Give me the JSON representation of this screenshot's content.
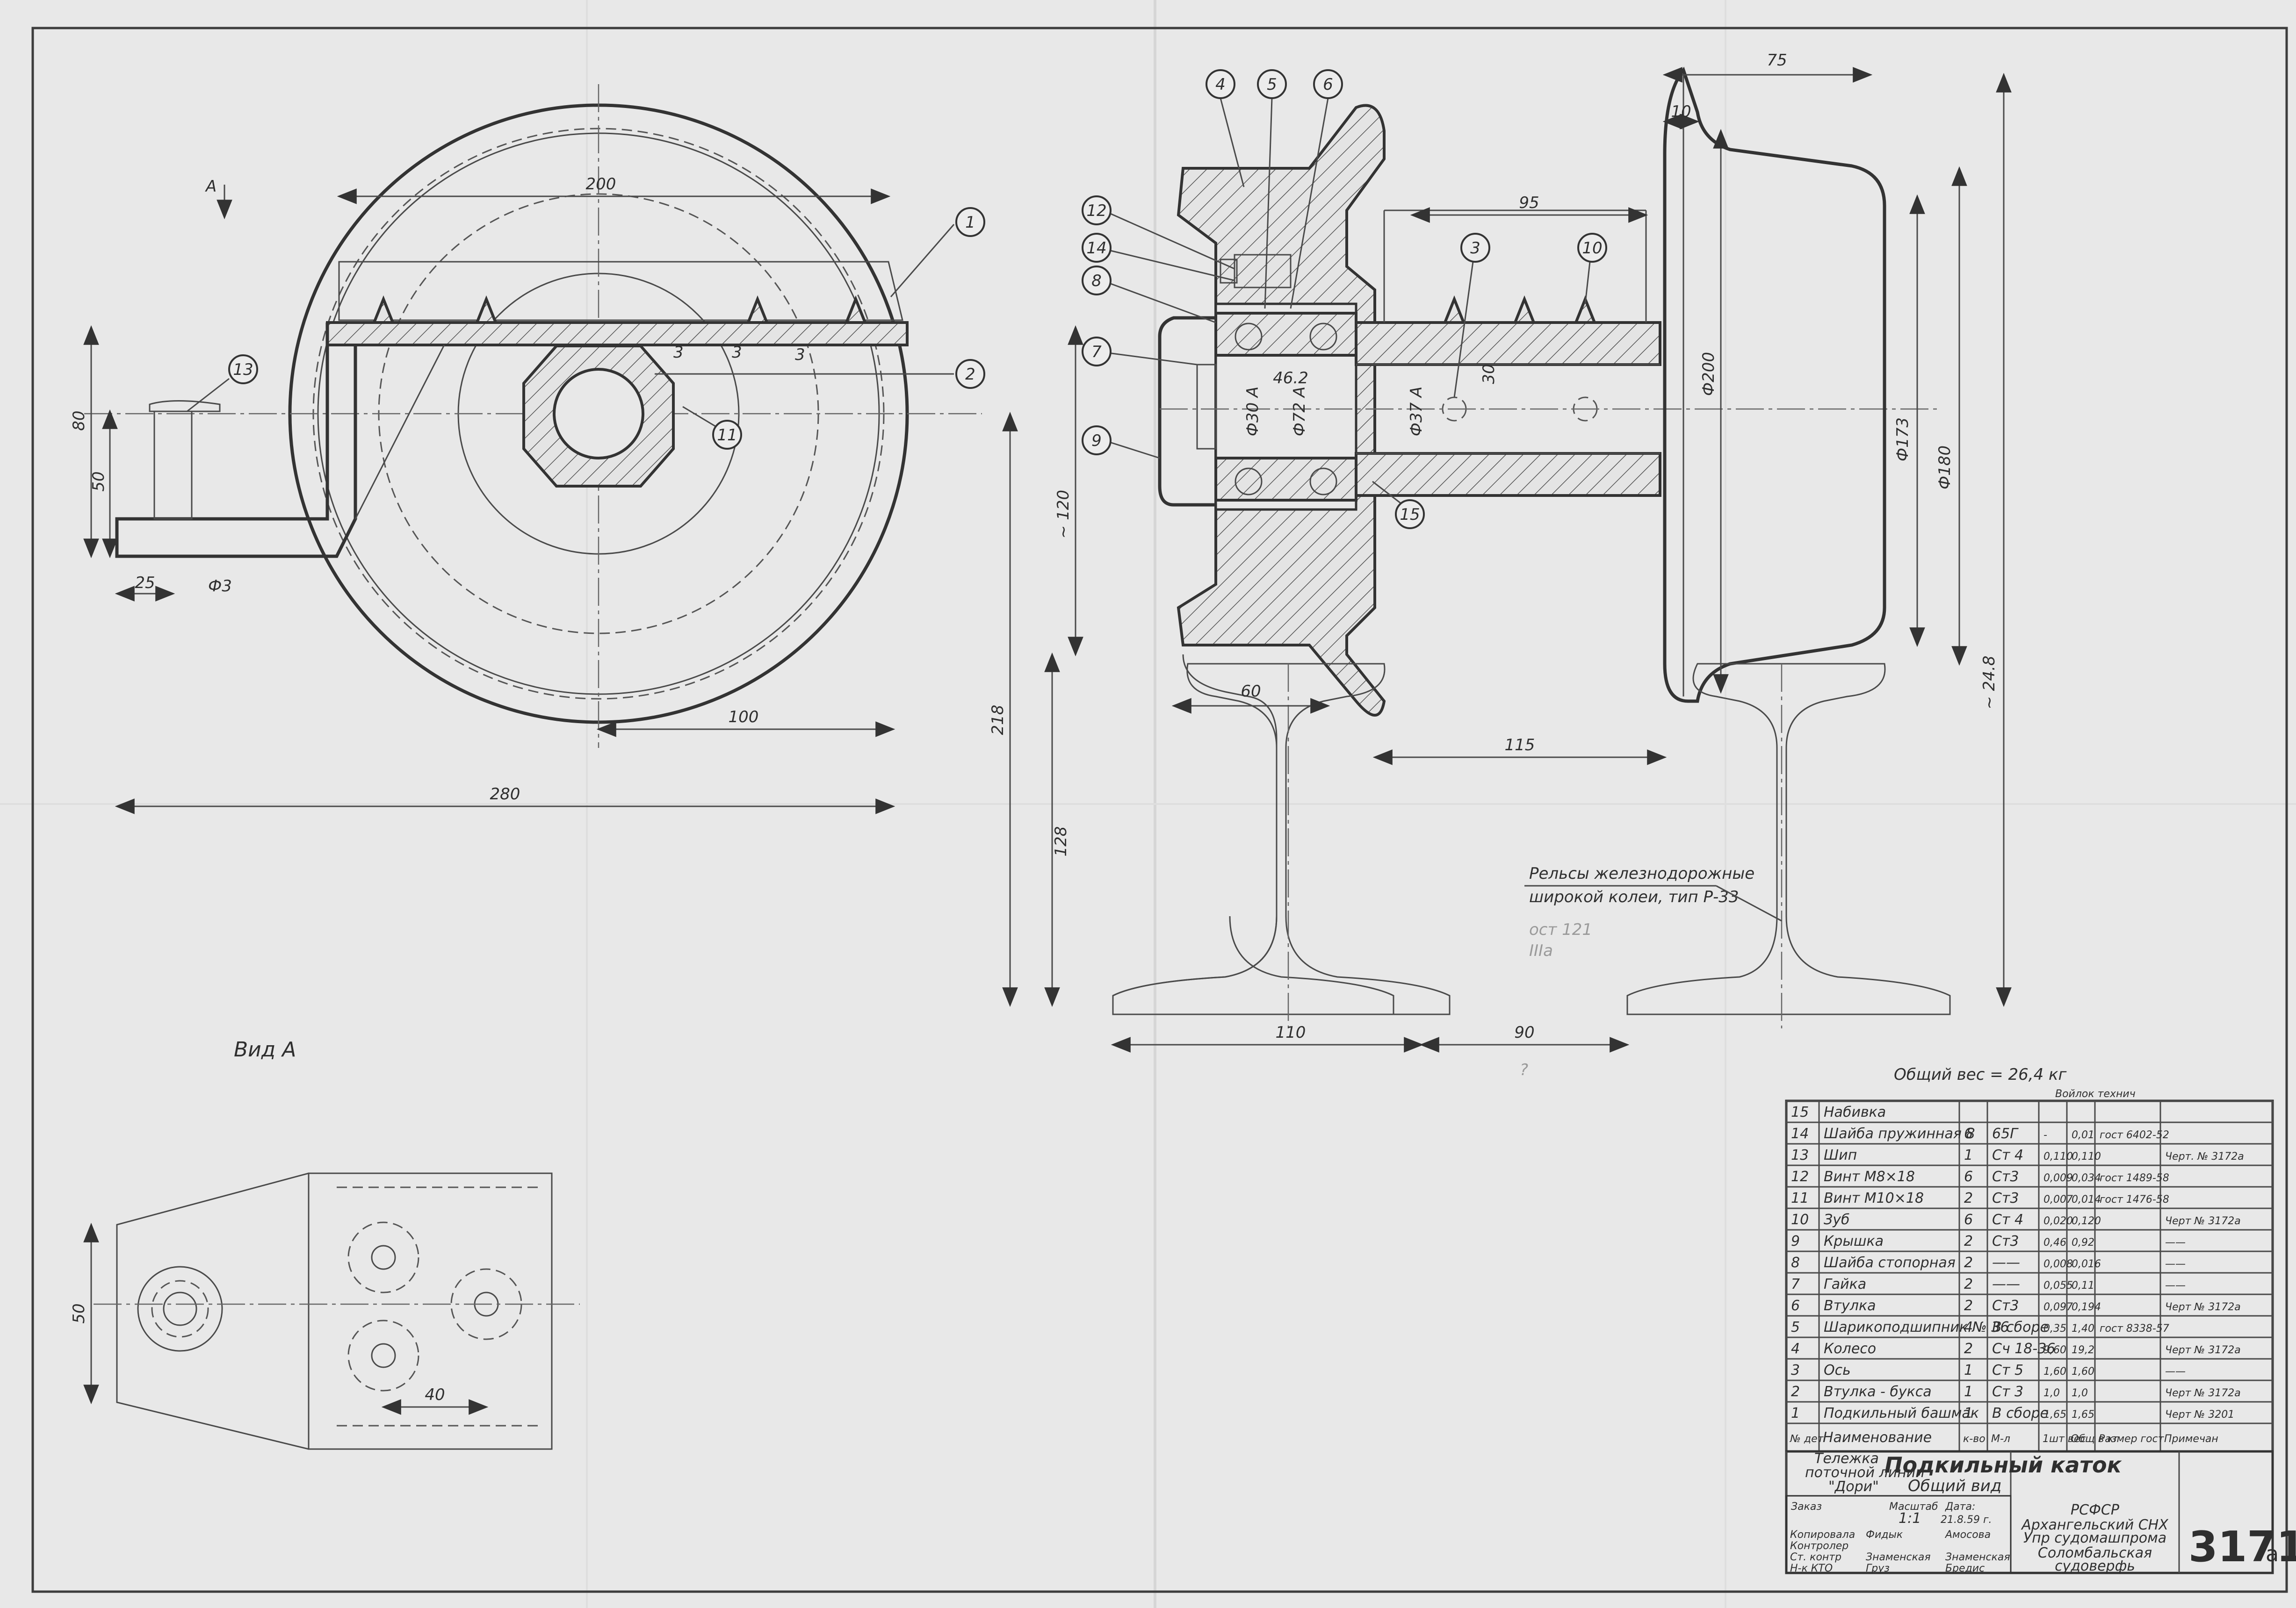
{
  "drawing": {
    "number": "3171",
    "number_suffix": "а",
    "title": "Подкильный каток",
    "subtitle": "Общий вид",
    "assembly": [
      "Тележка",
      "поточной линии",
      "\"Дори\""
    ],
    "total_weight": "Общий вес = 26,4 кг",
    "view_label": "Вид А",
    "view_arrow": "А",
    "rail_note": [
      "Рельсы железнодорожные",
      "широкой колеи, тип Р-33"
    ],
    "stamp_note": [
      "ост 121",
      "IIIа"
    ],
    "question_mark": "?"
  },
  "title_block": {
    "org": [
      "РСФСР",
      "Архангельский СНХ",
      "Упр судомашпрома",
      "Соломбальская",
      "судоверфь"
    ],
    "order_label": "Заказ",
    "scale_label": "Масштаб",
    "scale_value": "1:1",
    "date_label": "Дата:",
    "date_value": "21.8.59 г.",
    "roles": [
      {
        "role": "Копировала",
        "sign": "Фидык",
        "name": "Амосова"
      },
      {
        "role": "Контролер",
        "sign": "",
        "name": ""
      },
      {
        "role": "Ст. контр",
        "sign": "Знаменская",
        "name": "Знаменская"
      },
      {
        "role": "Н-к КТО",
        "sign": "Груз",
        "name": "Бредис"
      }
    ]
  },
  "parts_header": {
    "num": "№ дет",
    "name": "Наименование",
    "qty": "к-во",
    "mat": "М-л",
    "w1": "1шт вес",
    "w2": "Общ в кг",
    "std": "Размер гост",
    "note": "Примечан",
    "tech": "Войлок технич"
  },
  "parts": [
    {
      "n": "15",
      "name": "Набивка",
      "qty": "",
      "mat": "",
      "w1": "",
      "w2": "",
      "std": "",
      "note": ""
    },
    {
      "n": "14",
      "name": "Шайба пружинная 8",
      "qty": "6",
      "mat": "65Г",
      "w1": "-",
      "w2": "0,01",
      "std": "гост 6402-52",
      "note": ""
    },
    {
      "n": "13",
      "name": "Шип",
      "qty": "1",
      "mat": "Ст 4",
      "w1": "0,110",
      "w2": "0,110",
      "std": "",
      "note": "Черт. № 3172а"
    },
    {
      "n": "12",
      "name": "Винт М8×18",
      "qty": "6",
      "mat": "Ст3",
      "w1": "0,009",
      "w2": "0,034",
      "std": "гост 1489-58",
      "note": ""
    },
    {
      "n": "11",
      "name": "Винт М10×18",
      "qty": "2",
      "mat": "Ст3",
      "w1": "0,007",
      "w2": "0,014",
      "std": "гост 1476-58",
      "note": ""
    },
    {
      "n": "10",
      "name": "Зуб",
      "qty": "6",
      "mat": "Ст 4",
      "w1": "0,020",
      "w2": "0,120",
      "std": "",
      "note": "Черт № 3172а"
    },
    {
      "n": "9",
      "name": "Крышка",
      "qty": "2",
      "mat": "Ст3",
      "w1": "0,46",
      "w2": "0,92",
      "std": "",
      "note": "——"
    },
    {
      "n": "8",
      "name": "Шайба стопорная",
      "qty": "2",
      "mat": "——",
      "w1": "0,008",
      "w2": "0,016",
      "std": "",
      "note": "——"
    },
    {
      "n": "7",
      "name": "Гайка",
      "qty": "2",
      "mat": "——",
      "w1": "0,055",
      "w2": "0,11",
      "std": "",
      "note": "——"
    },
    {
      "n": "6",
      "name": "Втулка",
      "qty": "2",
      "mat": "Ст3",
      "w1": "0,097",
      "w2": "0,194",
      "std": "",
      "note": "Черт № 3172а"
    },
    {
      "n": "5",
      "name": "Шарикоподшипник № 36",
      "qty": "4",
      "mat": "В сборе",
      "w1": "0,35",
      "w2": "1,40",
      "std": "гост 8338-57",
      "note": ""
    },
    {
      "n": "4",
      "name": "Колесо",
      "qty": "2",
      "mat": "Сч 18-36",
      "w1": "9,60",
      "w2": "19,2",
      "std": "",
      "note": "Черт № 3172а"
    },
    {
      "n": "3",
      "name": "Ось",
      "qty": "1",
      "mat": "Ст 5",
      "w1": "1,60",
      "w2": "1,60",
      "std": "",
      "note": "——"
    },
    {
      "n": "2",
      "name": "Втулка - букса",
      "qty": "1",
      "mat": "Ст 3",
      "w1": "1,0",
      "w2": "1,0",
      "std": "",
      "note": "Черт № 3172а"
    },
    {
      "n": "1",
      "name": "Подкильный башмак",
      "qty": "1",
      "mat": "В сборе",
      "w1": "1,65",
      "w2": "1,65",
      "std": "",
      "note": "Черт № 3201"
    }
  ],
  "dims": {
    "d200": "200",
    "d280": "280",
    "d100": "100",
    "d80": "80",
    "d50a": "50",
    "d25": "25",
    "d218": "218",
    "d10": "10",
    "d75": "75",
    "d95": "95",
    "d30": "30",
    "d462": "46.2",
    "d120": "~ 120",
    "phi200": "Ф200",
    "phi173": "Ф173",
    "phi180": "Ф180",
    "d248": "~ 24.8",
    "d60": "60",
    "d115": "115",
    "d128": "128",
    "d110": "110",
    "d90": "90",
    "d50b": "50",
    "d40": "40",
    "phi30": "Ф30 А",
    "phi72": "Ф72 А",
    "phi37": "Ф37 А",
    "w3a": "3",
    "w3b": "3",
    "w3c": "3",
    "w3d": "Ф3"
  },
  "balloons": [
    "1",
    "2",
    "3",
    "4",
    "5",
    "6",
    "7",
    "8",
    "9",
    "10",
    "11",
    "12",
    "13",
    "14",
    "15"
  ]
}
